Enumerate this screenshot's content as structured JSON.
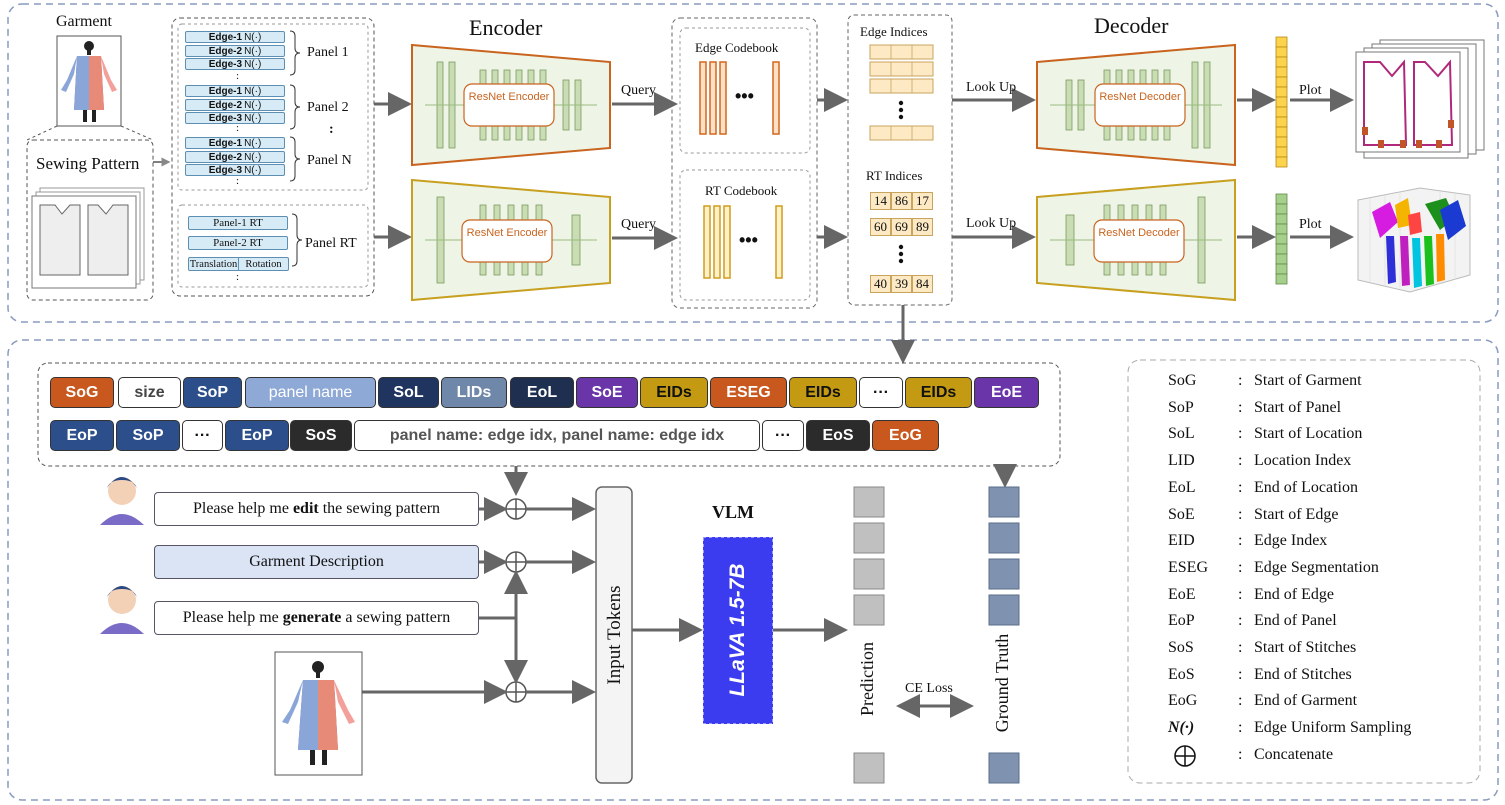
{
  "top": {
    "garment_label": "Garment",
    "sewing_pattern_label": "Sewing Pattern",
    "panels": [
      {
        "edges": [
          "Edge-1",
          "Edge-2",
          "Edge-3"
        ],
        "label": "Panel 1"
      },
      {
        "edges": [
          "Edge-1",
          "Edge-2",
          "Edge-3"
        ],
        "label": "Panel 2"
      },
      {
        "edges": [
          "Edge-1",
          "Edge-2",
          "Edge-3"
        ],
        "label": "Panel N"
      }
    ],
    "sampling_symbol": "N(·)",
    "ellipsis_small": ":",
    "rt_items": [
      "Panel-1 RT",
      "Panel-2 RT"
    ],
    "rt_translation": "Translation",
    "rt_rotation": "Rotation",
    "panel_rt_label": "Panel RT",
    "encoder_title": "Encoder",
    "decoder_title": "Decoder",
    "resnet_encoder": "ResNet Encoder",
    "resnet_decoder": "ResNet Decoder",
    "query_label": "Query",
    "edge_codebook": "Edge Codebook",
    "rt_codebook": "RT Codebook",
    "dots": "•••",
    "edge_indices": "Edge Indices",
    "rt_indices": "RT Indices",
    "rt_values_row1": [
      "14",
      "86",
      "17"
    ],
    "rt_values_row2": [
      "60",
      "69",
      "89"
    ],
    "rt_values_row3": [
      "40",
      "39",
      "84"
    ],
    "lookup_label": "Look Up",
    "plot_label": "Plot"
  },
  "tokens_row1": [
    "SoG",
    "size",
    "SoP",
    "panel name",
    "SoL",
    "LIDs",
    "EoL",
    "SoE",
    "EIDs",
    "ESEG",
    "EIDs",
    "···",
    "EIDs",
    "EoE"
  ],
  "tokens_row2": [
    "EoP",
    "SoP",
    "···",
    "EoP",
    "SoS",
    "panel name: edge idx, panel name: edge idx",
    "···",
    "EoS",
    "EoG"
  ],
  "prompts": {
    "edit_pre": "Please help me ",
    "edit_bold": "edit",
    "edit_post": " the sewing pattern",
    "garment_description": "Garment Description",
    "gen_pre": "Please help me ",
    "gen_bold": "generate",
    "gen_post": " a sewing pattern"
  },
  "input_tokens": "Input Tokens",
  "vlm_title": "VLM",
  "vlm_model": "LLaVA 1.5-7B",
  "prediction": "Prediction",
  "ground_truth": "Ground Truth",
  "ce_loss": "CE Loss",
  "legend": [
    {
      "key": "SoG",
      "value": "Start of Garment"
    },
    {
      "key": "SoP",
      "value": "Start of Panel"
    },
    {
      "key": "SoL",
      "value": "Start of Location"
    },
    {
      "key": "LID",
      "value": "Location Index"
    },
    {
      "key": "EoL",
      "value": "End of Location"
    },
    {
      "key": "SoE",
      "value": "Start of  Edge"
    },
    {
      "key": "EID",
      "value": "Edge Index"
    },
    {
      "key": "ESEG",
      "value": "Edge Segmentation"
    },
    {
      "key": "EoE",
      "value": "End of Edge"
    },
    {
      "key": "EoP",
      "value": "End of Panel"
    },
    {
      "key": "SoS",
      "value": "Start of Stitches"
    },
    {
      "key": "EoS",
      "value": "End of Stitches"
    },
    {
      "key": "EoG",
      "value": "End of Garment"
    },
    {
      "key": "N(·)",
      "value": "Edge Uniform Sampling"
    },
    {
      "key": "⊕",
      "value": "Concatenate"
    }
  ],
  "colors": {
    "orange_token": "#c8581e",
    "blue_token": "#2c4f8c",
    "light_blue_token": "#8fa9d6",
    "navy_token": "#1f3560",
    "slate_token": "#6f87a8",
    "dark_navy_token": "#1e2f4f",
    "purple_token": "#6a35a8",
    "gold_token": "#c49a12",
    "black_token": "#2b2b2b",
    "vlm_blue": "#3b3bf0",
    "encoder_edge": "#c8641e",
    "encoder_rt": "#c8a020"
  }
}
